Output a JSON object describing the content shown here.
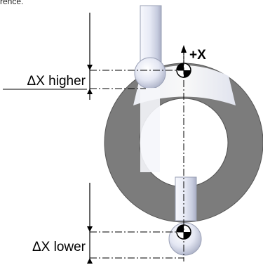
{
  "caption": "rence.",
  "labels": {
    "delta_higher": "ΔX higher",
    "delta_lower": "ΔX lower",
    "axis": "+X"
  },
  "colors": {
    "ring_fill": "#7a7a7a",
    "metal_light": "#f1f3fb",
    "metal_mid": "#d6daea",
    "metal_dark": "#a9aec4",
    "line": "#000000"
  }
}
